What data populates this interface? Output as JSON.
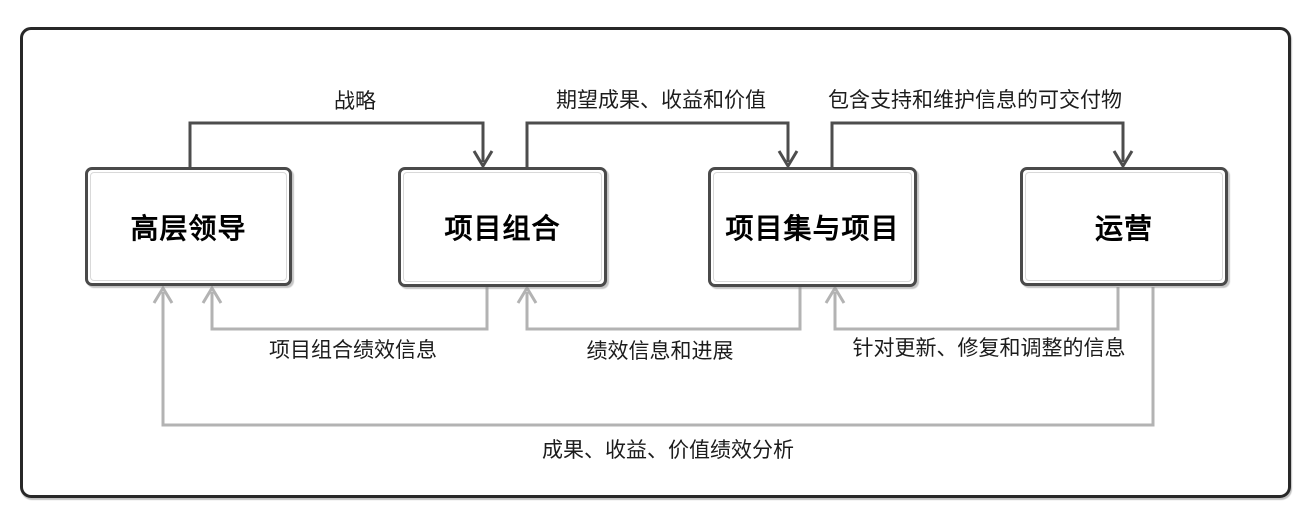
{
  "diagram": {
    "boxes": [
      {
        "id": "senior-leadership",
        "label": "高层领导"
      },
      {
        "id": "portfolio",
        "label": "项目组合"
      },
      {
        "id": "programs-projects",
        "label": "项目集与项目"
      },
      {
        "id": "operations",
        "label": "运营"
      }
    ],
    "forward_flows": [
      {
        "from": "高层领导",
        "to": "项目组合",
        "label": "战略"
      },
      {
        "from": "项目组合",
        "to": "项目集与项目",
        "label": "期望成果、收益和价值"
      },
      {
        "from": "项目集与项目",
        "to": "运营",
        "label": "包含支持和维护信息的可交付物"
      }
    ],
    "feedback_flows": [
      {
        "from": "项目组合",
        "to": "高层领导",
        "label": "项目组合绩效信息"
      },
      {
        "from": "项目集与项目",
        "to": "项目组合",
        "label": "绩效信息和进展"
      },
      {
        "from": "运营",
        "to": "项目集与项目",
        "label": "针对更新、修复和调整的信息"
      },
      {
        "from": "运营",
        "to": "高层领导",
        "label": "成果、收益、价值绩效分析"
      }
    ],
    "colors": {
      "forward_line": "#4d4d4d",
      "feedback_line": "#b3b3b3",
      "box_border": "#4a4a4a",
      "box_fill": "#ffffff",
      "frame_border": "#282828",
      "label_text": "#1c1c1c"
    }
  }
}
